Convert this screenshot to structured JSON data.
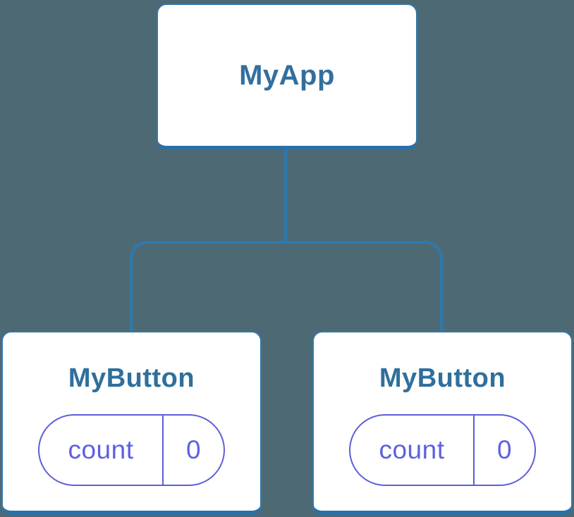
{
  "diagram": {
    "type": "component-tree",
    "colors": {
      "background": "#4d6a74",
      "node_fill": "#ffffff",
      "node_border": "#3377ab",
      "node_border_bottom": "#2b70a8",
      "connector": "#2e79ae",
      "root_label": "#336f9d",
      "child_label": "#2f6f9c",
      "state_accent": "#5d5fdb",
      "state_text": "#5e60e0"
    },
    "root": {
      "label": "MyApp"
    },
    "children": [
      {
        "label": "MyButton",
        "state": {
          "name": "count",
          "value": "0"
        }
      },
      {
        "label": "MyButton",
        "state": {
          "name": "count",
          "value": "0"
        }
      }
    ]
  }
}
